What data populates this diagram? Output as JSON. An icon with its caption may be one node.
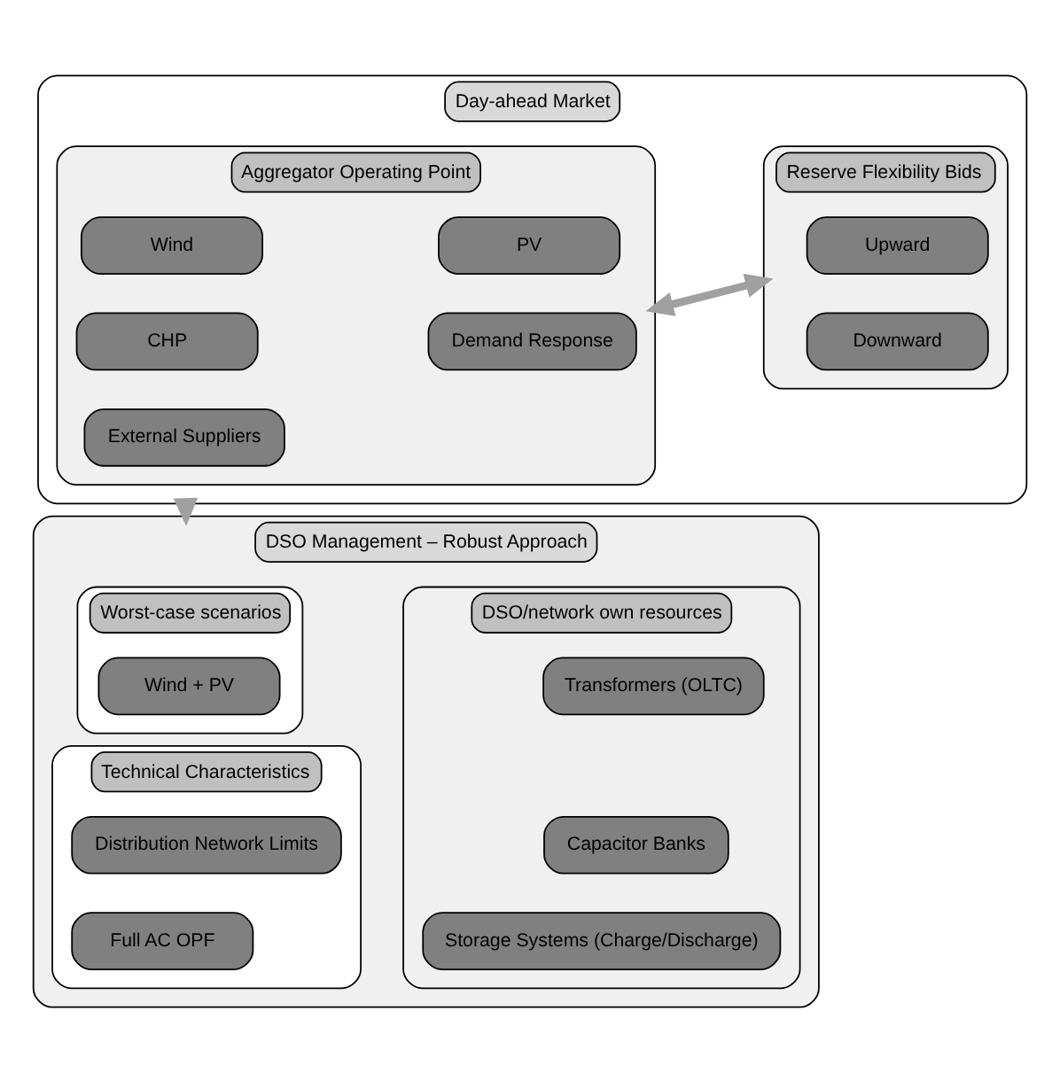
{
  "diagram": {
    "nodes": [
      {
        "text": [
          "Day-ahead Market"
        ]
      },
      {
        "text": [
          "Aggregator Operating Point"
        ],
        "in": 0
      },
      {
        "text": [
          "Wind"
        ],
        "in": 1
      },
      {
        "text": [
          "PV"
        ],
        "in": 1
      },
      {
        "text": [
          "CHP"
        ],
        "in": 1
      },
      {
        "text": [
          "Demand Response"
        ],
        "in": 1
      },
      {
        "text": [
          "External Suppliers"
        ],
        "in": 1
      },
      {
        "text": [
          "Reserve Flexibility Bids"
        ],
        "in": 0
      },
      {
        "text": [
          "Upward"
        ],
        "in": 7
      },
      {
        "text": [
          "Downward"
        ],
        "in": 7
      },
      {
        "text": [
          "DSO Management – Robust Approach"
        ]
      },
      {
        "text": [
          "Worst-case scenarios"
        ],
        "in": 10
      },
      {
        "text": [
          "Wind + PV"
        ],
        "in": 11
      },
      {
        "text": [
          "Technical Characteristics"
        ],
        "in": 10
      },
      {
        "text": [
          "Distribution Network Limits"
        ],
        "in": 13
      },
      {
        "text": [
          "Full AC OPF"
        ],
        "in": 13
      },
      {
        "text": [
          "DSO/network own resources"
        ],
        "in": 10
      },
      {
        "text": [
          "Transformers (OLTC)"
        ],
        "in": 16
      },
      {
        "text": [
          "Capacitor Banks"
        ],
        "in": 16
      },
      {
        "text": [
          "Storage Systems (Charge/Discharge)"
        ],
        "in": 16
      }
    ],
    "edges": [
      {
        "from": 1,
        "to": 7,
        "arrow": "both"
      },
      {
        "from": 0,
        "to": 10,
        "arrow": "to"
      }
    ]
  }
}
